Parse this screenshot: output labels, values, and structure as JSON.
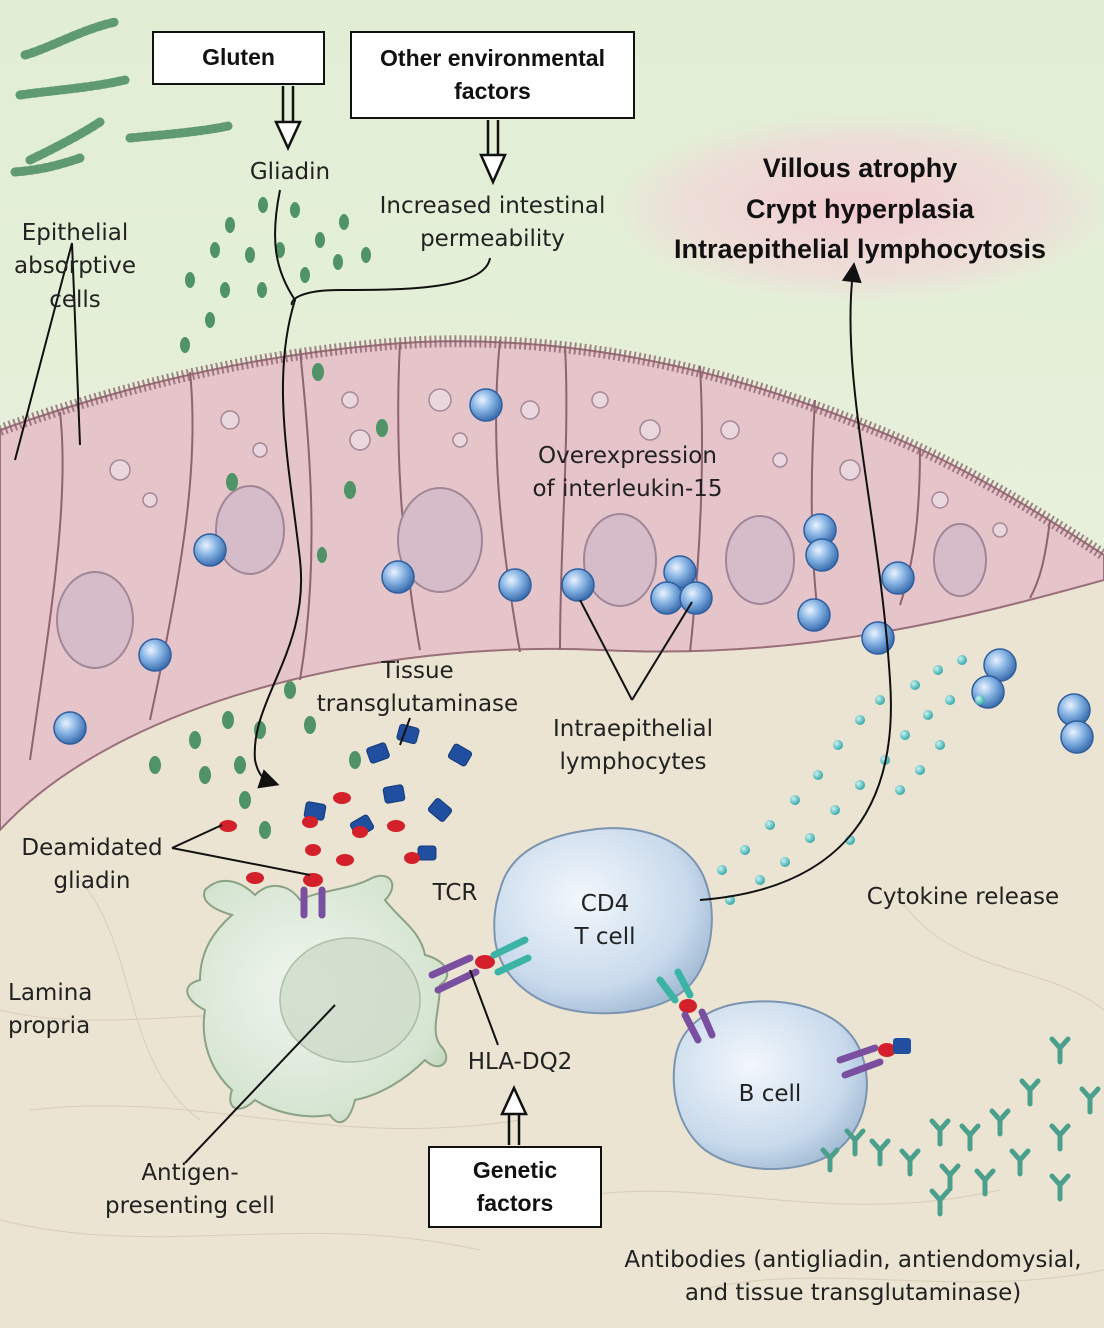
{
  "boxes": {
    "gluten": "Gluten",
    "environmental": [
      "Other environmental",
      "factors"
    ],
    "genetic": [
      "Genetic",
      "factors"
    ]
  },
  "outcomes": [
    "Villous atrophy",
    "Crypt hyperplasia",
    "Intraepithelial lymphocytosis"
  ],
  "labels": {
    "gliadin": "Gliadin",
    "permeability": [
      "Increased intestinal",
      "permeability"
    ],
    "epithelial": [
      "Epithelial",
      "absorptive",
      "cells"
    ],
    "interleukin": [
      "Overexpression",
      "of interleukin-15"
    ],
    "transglutaminase": [
      "Tissue",
      "transglutaminase"
    ],
    "iel": [
      "Intraepithelial",
      "lymphocytes"
    ],
    "deamidated": [
      "Deamidated",
      "gliadin"
    ],
    "tcr": "TCR",
    "cd4": [
      "CD4",
      "T cell"
    ],
    "cytokine": "Cytokine release",
    "lamina": [
      "Lamina",
      "propria"
    ],
    "hla": "HLA-DQ2",
    "bcell": "B cell",
    "apc": [
      "Antigen-",
      "presenting cell"
    ],
    "antibodies": [
      "Antibodies (antigliadin, antiendomysial,",
      "and tissue transglutaminase)"
    ]
  },
  "colors": {
    "background_top": "#e3efd6",
    "epithelium": "#e7c5cc",
    "lamina": "#ece6d6",
    "gliadin": "#5c9a6e",
    "deamidated": "#d3202b",
    "transglutaminase": "#1f4f9e",
    "lymphocyte": "#6a9ad4",
    "tcell": "#c7d8ea",
    "apc": "#d9e6d6",
    "cytokine": "#3fb0b0",
    "hla": "#7a4fa0",
    "tcr": "#3bb3a5",
    "antibody": "#4aa08c",
    "outcome_glow": "#f3d2d8"
  }
}
